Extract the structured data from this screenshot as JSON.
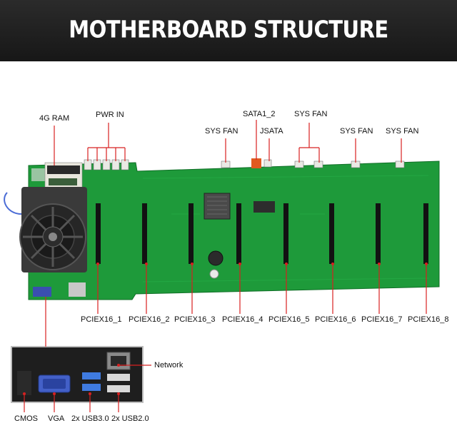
{
  "header": {
    "title": "MOTHERBOARD STRUCTURE"
  },
  "top_labels": {
    "ram": "4G RAM",
    "pwr_in": "PWR IN",
    "sata": "SATA1_2",
    "jsata": "JSATA",
    "sys_fan_1": "SYS FAN",
    "sys_fan_2": "SYS FAN",
    "sys_fan_3": "SYS FAN",
    "sys_fan_4": "SYS FAN"
  },
  "pcie_labels": [
    "PCIEX16_1",
    "PCIEX16_2",
    "PCIEX16_3",
    "PCIEX16_4",
    "PCIEX16_5",
    "PCIEX16_6",
    "PCIEX16_7",
    "PCIEX16_8"
  ],
  "io_labels": {
    "network": "Network",
    "cmos": "CMOS",
    "vga": "VGA",
    "usb3": "2x USB3.0",
    "usb2": "2x USB2.0"
  },
  "colors": {
    "pcb": "#1e9a3a",
    "leader": "#d82020",
    "banner": "#1f1f1f"
  }
}
